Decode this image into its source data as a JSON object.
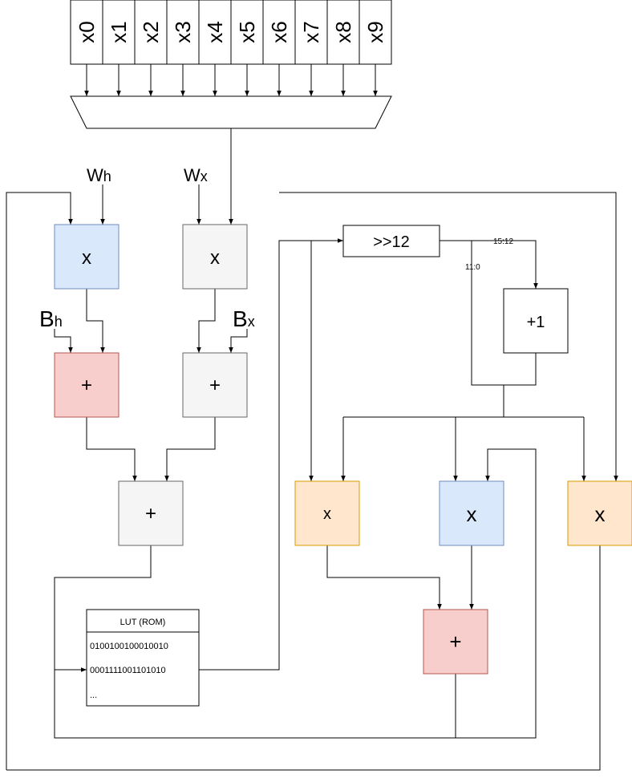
{
  "registers": [
    "x0",
    "x1",
    "x2",
    "x3",
    "x4",
    "x5",
    "x6",
    "x7",
    "x8",
    "x9"
  ],
  "inputs": {
    "wh": {
      "main": "W",
      "sub": "h"
    },
    "wx": {
      "main": "W",
      "sub": "x"
    },
    "bh": {
      "main": "B",
      "sub": "h"
    },
    "bx": {
      "main": "B",
      "sub": "x"
    }
  },
  "ops": {
    "mul_h": "x",
    "mul_x": "x",
    "add_h": "+",
    "add_x": "+",
    "add_sum": "+",
    "shift": ">>12",
    "inc": "+1",
    "mul_left": "x",
    "mul_mid": "x",
    "mul_right": "x",
    "add_final": "+"
  },
  "bit_labels": {
    "high": "15:12",
    "low": "11:0"
  },
  "lut": {
    "title": "LUT (ROM)",
    "rows": [
      "0100100100010010",
      "0001111001101010",
      "..."
    ]
  },
  "colors": {
    "blue_fill": "#dae8fc",
    "blue_stroke": "#6c8ebf",
    "gray_fill": "#f5f5f5",
    "gray_stroke": "#666666",
    "red_fill": "#f8cecc",
    "red_stroke": "#b85450",
    "orange_fill": "#ffe6cc",
    "orange_stroke": "#d79b00"
  }
}
